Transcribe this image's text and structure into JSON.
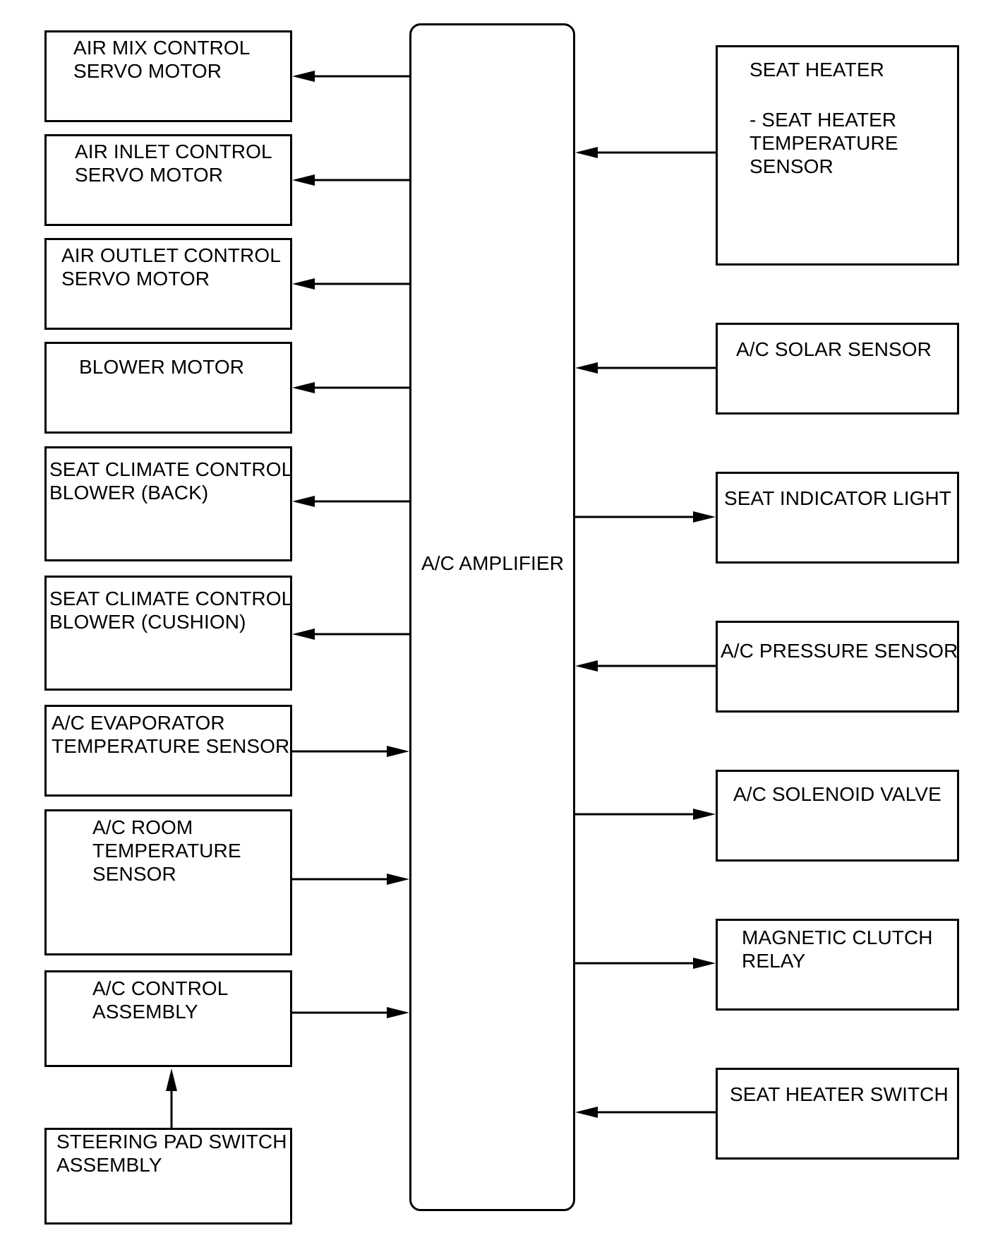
{
  "amplifier": {
    "label": "A/C AMPLIFIER"
  },
  "left_boxes": {
    "air_mix": {
      "line1": "AIR MIX CONTROL",
      "line2": "SERVO MOTOR"
    },
    "air_inlet": {
      "line1": "AIR INLET CONTROL",
      "line2": "SERVO MOTOR"
    },
    "air_outlet": {
      "line1": "AIR OUTLET CONTROL",
      "line2": "SERVO MOTOR"
    },
    "blower_motor": {
      "line1": "BLOWER MOTOR"
    },
    "seat_blower_back": {
      "line1": "SEAT CLIMATE CONTROL",
      "line2": "BLOWER (BACK)"
    },
    "seat_blower_cushion": {
      "line1": "SEAT CLIMATE CONTROL",
      "line2": "BLOWER (CUSHION)"
    },
    "evaporator_sensor": {
      "line1": "A/C EVAPORATOR",
      "line2": "TEMPERATURE SENSOR"
    },
    "room_sensor": {
      "line1": "A/C ROOM",
      "line2": "TEMPERATURE",
      "line3": "SENSOR"
    },
    "control_assembly": {
      "line1": "A/C CONTROL",
      "line2": "ASSEMBLY"
    },
    "steering_pad": {
      "line1": "STEERING PAD SWITCH",
      "line2": "ASSEMBLY"
    }
  },
  "right_boxes": {
    "seat_heater": {
      "line1": "SEAT HEATER",
      "line2": "- SEAT HEATER",
      "line3": "TEMPERATURE",
      "line4": "SENSOR"
    },
    "solar_sensor": {
      "line1": "A/C SOLAR SENSOR"
    },
    "seat_indicator": {
      "line1": "SEAT INDICATOR LIGHT"
    },
    "pressure_sensor": {
      "line1": "A/C PRESSURE SENSOR"
    },
    "solenoid_valve": {
      "line1": "A/C SOLENOID VALVE"
    },
    "magnetic_clutch": {
      "line1": "MAGNETIC CLUTCH",
      "line2": "RELAY"
    },
    "seat_heater_switch": {
      "line1": "SEAT HEATER SWITCH"
    }
  }
}
